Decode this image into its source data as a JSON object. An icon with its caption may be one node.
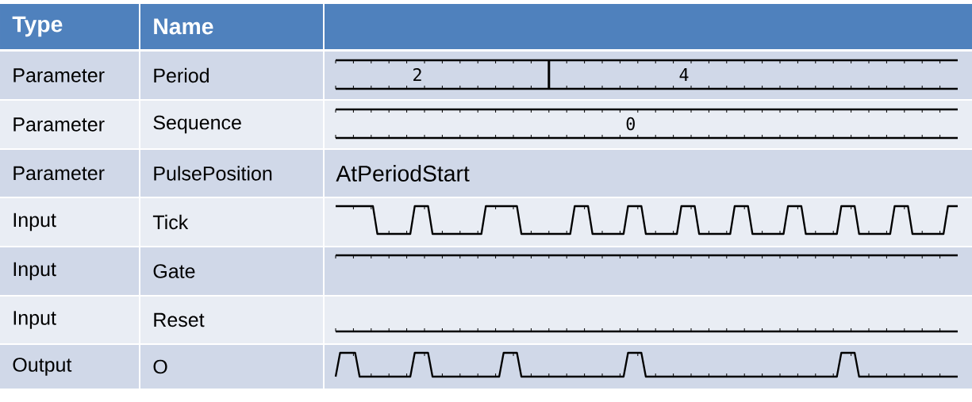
{
  "diagram": {
    "labels": [
      "Type",
      "Name",
      "Parameter",
      "Period",
      "2",
      "4",
      "Parameter",
      "Sequence",
      "0",
      "Parameter",
      "PulsePosition",
      "AtPeriodStart",
      "Input",
      "Tick",
      "Input",
      "Gate",
      "Input",
      "Reset",
      "Output",
      "O"
    ]
  }
}
